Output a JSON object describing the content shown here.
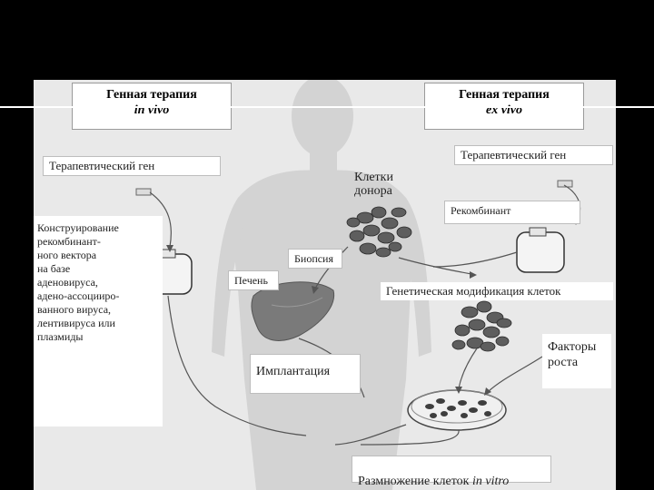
{
  "titles": {
    "in_vivo_main": "Генная терапия",
    "in_vivo_sub": "in vivo",
    "ex_vivo_main": "Генная терапия",
    "ex_vivo_sub": "ex vivo"
  },
  "labels": {
    "gene_left": "Терапевтический ген",
    "construction": "Конструирование\nрекомбинант-\nного вектора\nна базе\nаденовируса,\nадено-ассоцииро-\nванного вируса,\nлентивируса или\nплазмиды",
    "liver": "Печень",
    "biopsy": "Биопсия",
    "donor_cells": "Клетки\nдонора",
    "gene_right": "Терапевтический ген",
    "recombinant": "Рекомбинант",
    "genetic_mod": "Генетическая модификация клеток",
    "growth_factors": "Факторы\nроста",
    "implantation": "Имплантация",
    "propagation_main": "Размножение клеток ",
    "propagation_italic": "in vitro"
  },
  "icons": [
    "human-silhouette-icon",
    "liver-icon",
    "vector-plasmid-icon",
    "cell-cluster-icon",
    "petri-dish-icon"
  ],
  "colors": {
    "background": "#000000",
    "figure": "#e9e9e9",
    "silhouette": "#d2d2d2",
    "liver": "#7a7a7a"
  }
}
